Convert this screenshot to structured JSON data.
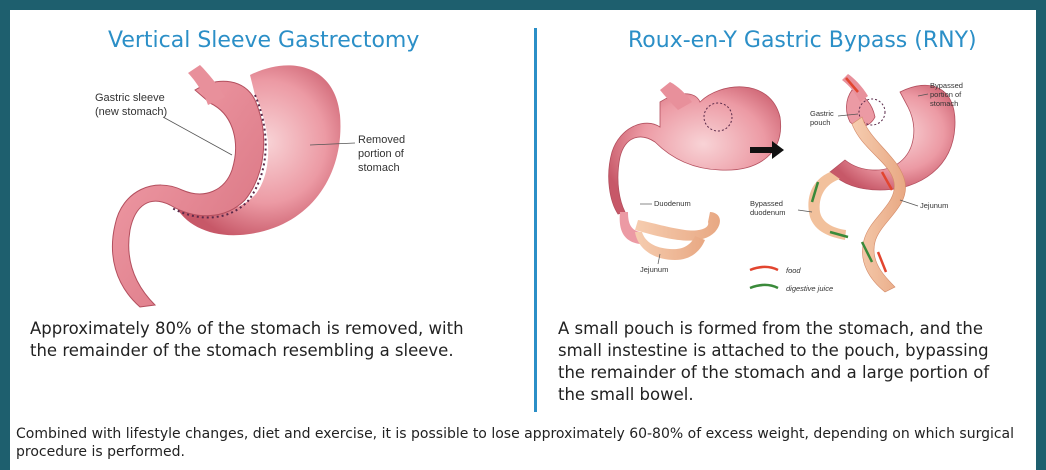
{
  "left": {
    "title": "Vertical Sleeve Gastrectomy",
    "label_sleeve_1": "Gastric sleeve",
    "label_sleeve_2": "(new stomach)",
    "label_removed_1": "Removed",
    "label_removed_2": "portion of",
    "label_removed_3": "stomach",
    "description": "Approximately 80% of the stomach is removed, with the remainder of the stomach resembling a sleeve."
  },
  "right": {
    "title": "Roux-en-Y Gastric Bypass (RNY)",
    "label_duodenum": "Duodenum",
    "label_jejunum_left": "Jejunum",
    "label_gastric_pouch_1": "Gastric",
    "label_gastric_pouch_2": "pouch",
    "label_bypassed_stomach_1": "Bypassed",
    "label_bypassed_stomach_2": "portion of",
    "label_bypassed_stomach_3": "stomach",
    "label_bypassed_duodenum_1": "Bypassed",
    "label_bypassed_duodenum_2": "duodenum",
    "label_jejunum_right": "Jejunum",
    "legend_food": "food",
    "legend_digestive": "digestive juice",
    "description": "A small pouch is formed from the stomach, and the small instestine is attached to the pouch, bypassing the remainder of the stomach and a large portion of the small bowel."
  },
  "footer": "Combined with lifestyle changes, diet and exercise, it is possible to lose approximately 60-80% of excess weight, depending on which surgical procedure is performed.",
  "colors": {
    "frame": "#1e5f6e",
    "title": "#2b8fc7",
    "stomach": "#e07482",
    "stomach_light": "#f6c9cf",
    "intestine": "#f2c19c",
    "food_arrow": "#e2452f",
    "digestive_arrow": "#3a8a3a"
  }
}
